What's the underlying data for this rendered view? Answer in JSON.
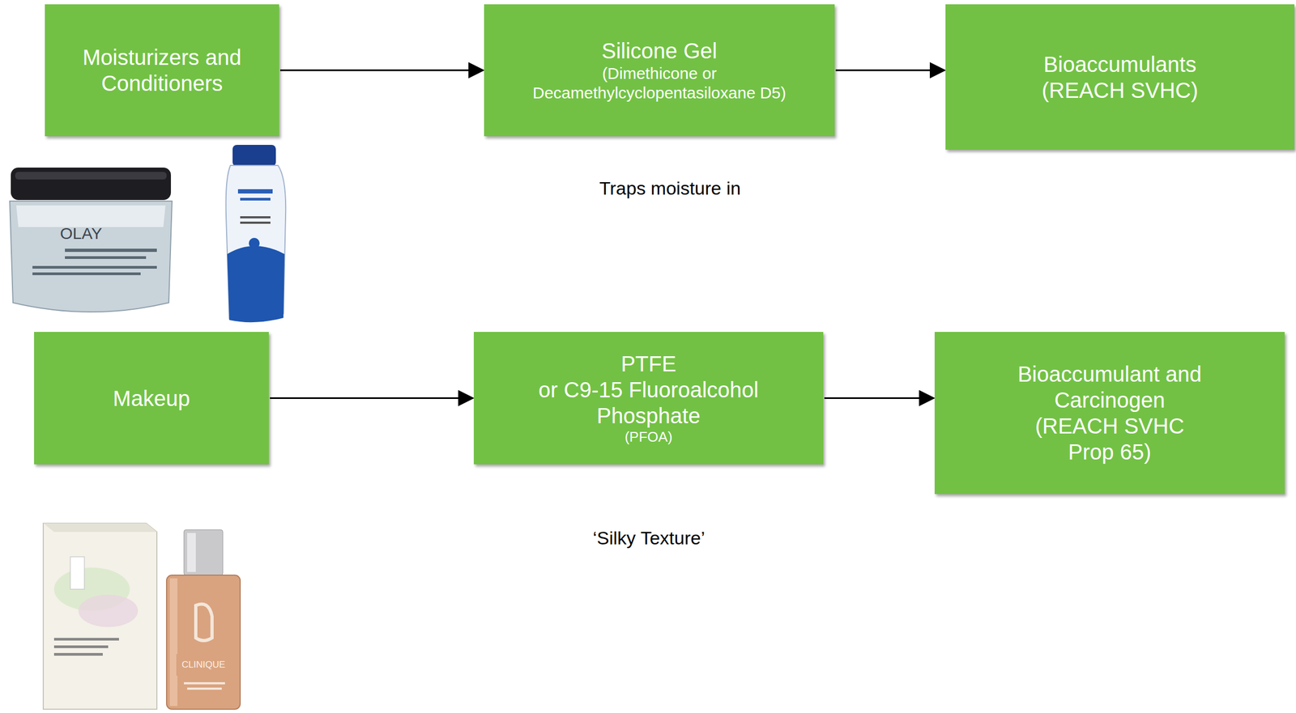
{
  "diagram": {
    "nodes": [
      {
        "text": [
          "Moisturizers and Conditioners"
        ]
      },
      {
        "text": [
          "Silicone Gel",
          "(Dimethicone or Decamethylcyclopentasiloxane D5)"
        ]
      },
      {
        "text": [
          "Bioaccumulants (REACH SVHC)"
        ]
      },
      {
        "text": [
          "Makeup"
        ]
      },
      {
        "text": [
          "PTFE",
          "or C9-15 Fluoroalcohol Phosphate",
          "(PFOA)"
        ]
      },
      {
        "text": [
          "Bioaccumulant and Carcinogen (REACH SVHC Prop 65)"
        ]
      }
    ],
    "edges": [
      {
        "from": 0,
        "to": 1,
        "arrow": "to"
      },
      {
        "from": 1,
        "to": 2,
        "arrow": "to"
      },
      {
        "from": 3,
        "to": 4,
        "arrow": "to"
      },
      {
        "from": 4,
        "to": 5,
        "arrow": "to"
      }
    ],
    "labels": [
      "Traps moisture in",
      "‘Silky Texture’",
      "OLAY",
      "CLINIQUE"
    ]
  }
}
